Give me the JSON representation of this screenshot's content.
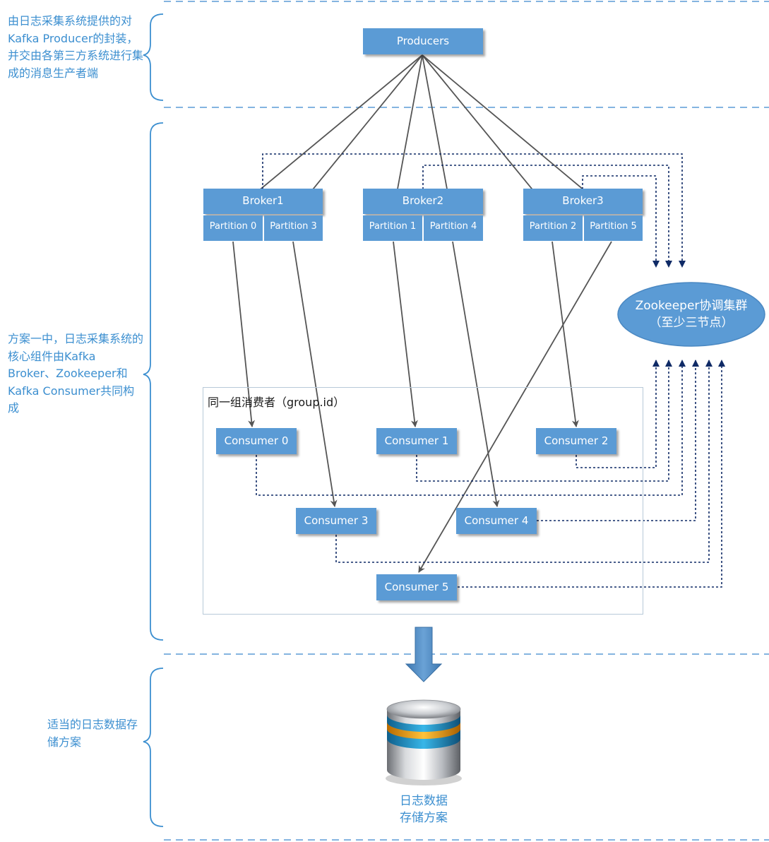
{
  "notes": {
    "producer_note": "由日志采集系统提供的对Kafka Producer的封装，并交由各第三方系统进行集成的消息生产者端",
    "core_note": "方案一中，日志采集系统的核心组件由Kafka Broker、Zookeeper和Kafka Consumer共同构成",
    "storage_note": "适当的日志数据存储方案"
  },
  "producers": {
    "label": "Producers"
  },
  "brokers": [
    {
      "label": "Broker1",
      "partitions": [
        "Partition 0",
        "Partition 3"
      ]
    },
    {
      "label": "Broker2",
      "partitions": [
        "Partition 1",
        "Partition 4"
      ]
    },
    {
      "label": "Broker3",
      "partitions": [
        "Partition 2",
        "Partition 5"
      ]
    }
  ],
  "zookeeper": {
    "line1": "Zookeeper协调集群",
    "line2": "（至少三节点）"
  },
  "consumer_group": {
    "label": "同一组消费者（group.id）",
    "consumers": [
      "Consumer 0",
      "Consumer 1",
      "Consumer 2",
      "Consumer 3",
      "Consumer 4",
      "Consumer 5"
    ]
  },
  "storage": {
    "line1": "日志数据",
    "line2": "存储方案"
  },
  "colors": {
    "box_fill": "#5b9bd5",
    "note_text": "#3c8fd0",
    "dashed_divider": "#5b9bd5",
    "dotted_link": "#0f2a66",
    "solid_arrow": "#555555",
    "zookeeper_fill": "#5b9bd5"
  },
  "icons": {
    "storage": "database-cylinder-icon",
    "flow": "down-arrow-icon"
  }
}
